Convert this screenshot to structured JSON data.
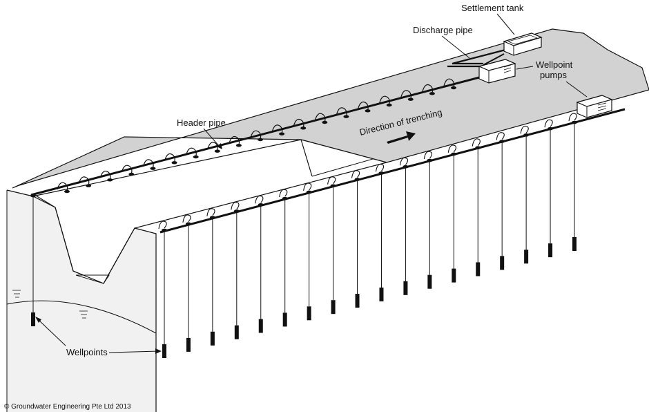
{
  "labels": {
    "settlement_tank": "Settlement tank",
    "discharge_pipe": "Discharge pipe",
    "wellpoint_pumps_line1": "Wellpoint",
    "wellpoint_pumps_line2": "pumps",
    "header_pipe": "Header pipe",
    "direction_of_trenching": "Direction of trenching",
    "wellpoints": "Wellpoints",
    "copyright": "© Groundwater Engineering Pte Ltd 2013"
  },
  "colors": {
    "ground_surface": "#d2d2d2",
    "ground_section": "#eeeeee",
    "line": "#111111",
    "equipment": "#ffffff"
  }
}
